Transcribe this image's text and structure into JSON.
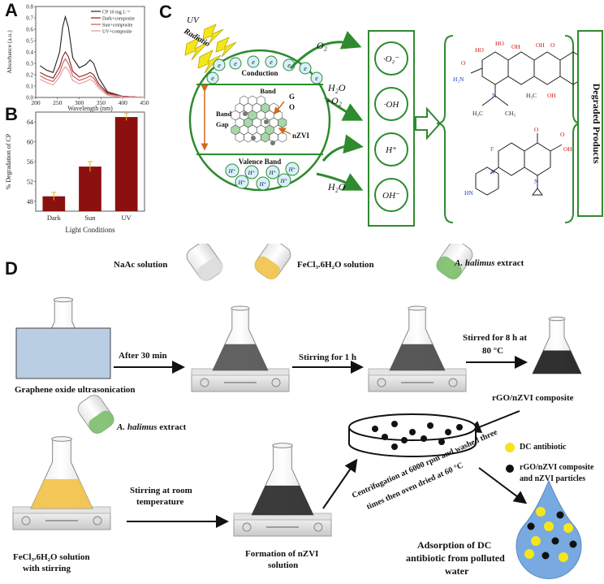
{
  "panels": {
    "a": "A",
    "b": "B",
    "c": "C",
    "d": "D"
  },
  "chart_a": {
    "type": "line",
    "xlabel": "Wavelength (nm)",
    "ylabel": "Absorbance (a.u.)",
    "xlim": [
      200,
      450
    ],
    "ylim": [
      0,
      0.8
    ],
    "xticks": [
      "200",
      "250",
      "300",
      "350",
      "400",
      "450"
    ],
    "yticks": [
      "0.0",
      "0.1",
      "0.2",
      "0.3",
      "0.4",
      "0.5",
      "0.6",
      "0.7",
      "0.8"
    ],
    "legend_position": "top-right",
    "series": [
      {
        "name": "CP 10 mg L⁻¹",
        "color": "#222222",
        "x": [
          210,
          225,
          240,
          255,
          262,
          268,
          275,
          285,
          300,
          315,
          325,
          333,
          345,
          365,
          400,
          450
        ],
        "y": [
          0.28,
          0.24,
          0.22,
          0.4,
          0.62,
          0.71,
          0.62,
          0.35,
          0.26,
          0.29,
          0.33,
          0.3,
          0.17,
          0.05,
          0.01,
          0.0
        ]
      },
      {
        "name": "Dark+composite",
        "color": "#8b1a1a",
        "x": [
          210,
          225,
          240,
          255,
          262,
          268,
          275,
          285,
          300,
          315,
          325,
          333,
          345,
          365,
          400,
          450
        ],
        "y": [
          0.22,
          0.19,
          0.17,
          0.27,
          0.36,
          0.4,
          0.36,
          0.23,
          0.18,
          0.2,
          0.22,
          0.2,
          0.12,
          0.04,
          0.01,
          0.0
        ]
      },
      {
        "name": "Sun+composite",
        "color": "#c85a5a",
        "x": [
          210,
          225,
          240,
          255,
          262,
          268,
          275,
          285,
          300,
          315,
          325,
          333,
          345,
          365,
          400,
          450
        ],
        "y": [
          0.19,
          0.16,
          0.14,
          0.22,
          0.3,
          0.34,
          0.3,
          0.19,
          0.15,
          0.17,
          0.19,
          0.17,
          0.1,
          0.03,
          0.01,
          0.0
        ]
      },
      {
        "name": "UV+composite",
        "color": "#e39a9a",
        "x": [
          210,
          225,
          240,
          255,
          262,
          268,
          275,
          285,
          300,
          315,
          325,
          333,
          345,
          365,
          400,
          450
        ],
        "y": [
          0.16,
          0.13,
          0.11,
          0.18,
          0.24,
          0.27,
          0.24,
          0.15,
          0.12,
          0.14,
          0.16,
          0.14,
          0.08,
          0.02,
          0.0,
          0.0
        ]
      }
    ]
  },
  "chart_data": {
    "type": "bar",
    "categories": [
      "Dark",
      "Sun",
      "UV"
    ],
    "values": [
      49,
      55,
      65
    ],
    "errors": [
      0.8,
      1.0,
      0.7
    ],
    "xlabel": "Light Conditions",
    "ylabel": "% Degradation of CP",
    "ylim": [
      46,
      66
    ],
    "yticks": [
      "48",
      "52",
      "56",
      "60",
      "64"
    ],
    "bar_color": "#8b1010",
    "error_color": "#f0b020"
  },
  "panel_c": {
    "uv_label": "UV",
    "radiation_label": "Radiatio",
    "conduction_band": "Conduction",
    "band_word": "Band",
    "band_gap_1": "Band",
    "band_gap_2": "Gap",
    "go_label_1": "G",
    "go_label_2": "O",
    "nzvi_label": "nZVI",
    "valence_band": "Valence Band",
    "electron": "e",
    "hole": "H⁺",
    "o2_label": "O₂",
    "h2o_o2_line1": "H₂O",
    "h2o_o2_line2": "+O₂",
    "h2o_label": "H₂O",
    "species": [
      "·O₂⁻",
      "·OH",
      "H⁺",
      "OH⁻"
    ],
    "degraded_products": "Degraded Products",
    "mol1": {
      "h2n": "H₂N",
      "ho1": "HO",
      "oh1": "OH",
      "ho2": "HO",
      "o1": "O",
      "oh2": "OH",
      "o2": "O",
      "oh3": "OH",
      "n": "N",
      "h3c1": "H₃C",
      "ch3": "CH₃",
      "h3c2": "H₃C"
    },
    "mol2": {
      "f": "F",
      "o1": "O",
      "o2": "O",
      "oh": "OH",
      "n1": "N",
      "n2": "N",
      "hn": "HN"
    }
  },
  "panel_d": {
    "naac": "NaAc solution",
    "fecl3": "FeCl₃.6H₂O solution",
    "extract_species": "A. halimus",
    "extract_word": " extract",
    "after30": "After 30 min",
    "stir1h": "Stirring for 1 h",
    "stir8h_1": "Stirred for 8 h at",
    "stir8h_2": "80 °C",
    "go_us": "Graphene oxide ultrasonication",
    "composite": "rGO/nZVI composite",
    "fecl3_stir_1": "FeCl₃.6H₂O solution",
    "fecl3_stir_2": "with stirring",
    "stir_room_1": "Stirring at room",
    "stir_room_2": "temperature",
    "nzvi_form_1": "Formation of nZVI",
    "nzvi_form_2": "solution",
    "centrifuge_1": "Centrifugation at 6000 rpm and washed three",
    "centrifuge_2": "times then oven dried at 60 °C",
    "legend_dc": "DC antibiotic",
    "legend_comp_1": "rGO/nZVI composite",
    "legend_comp_2": "and nZVI particles",
    "adsorb_1": "Adsorption of DC",
    "adsorb_2": "antibiotic from polluted",
    "adsorb_3": "water"
  },
  "colors": {
    "green": "#2e8b2e",
    "darkred": "#8b1010",
    "yellow": "#f5e61a",
    "liquid_dark": "#2a2a2a",
    "liquid_yellow": "#f2c34a",
    "water_blue": "#6fa8dc"
  }
}
